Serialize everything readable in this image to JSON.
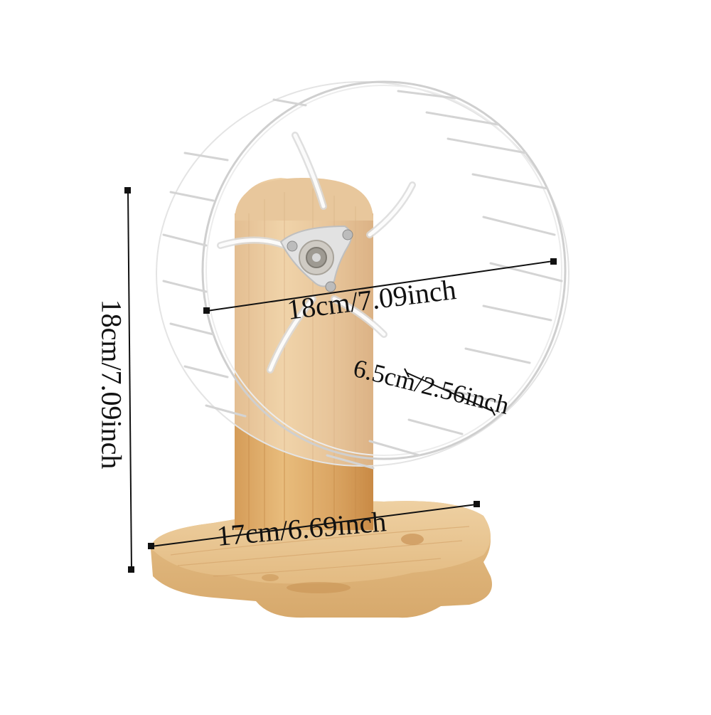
{
  "product": {
    "subject": "Wooden stand hamster exercise wheel with clear acrylic running wheel",
    "colors": {
      "background": "#ffffff",
      "wood_light": "#e9c48e",
      "wood_mid": "#d9a463",
      "wood_dark": "#c98a45",
      "acrylic_edge": "#d6d6d6",
      "annotation": "#111111"
    }
  },
  "dimensions": {
    "wheel_diameter": "18cm/7.09inch",
    "wheel_width": "6.5cm/2.56inch",
    "base_width": "17cm/6.69inch",
    "total_height": "18cm/7.09inch"
  }
}
